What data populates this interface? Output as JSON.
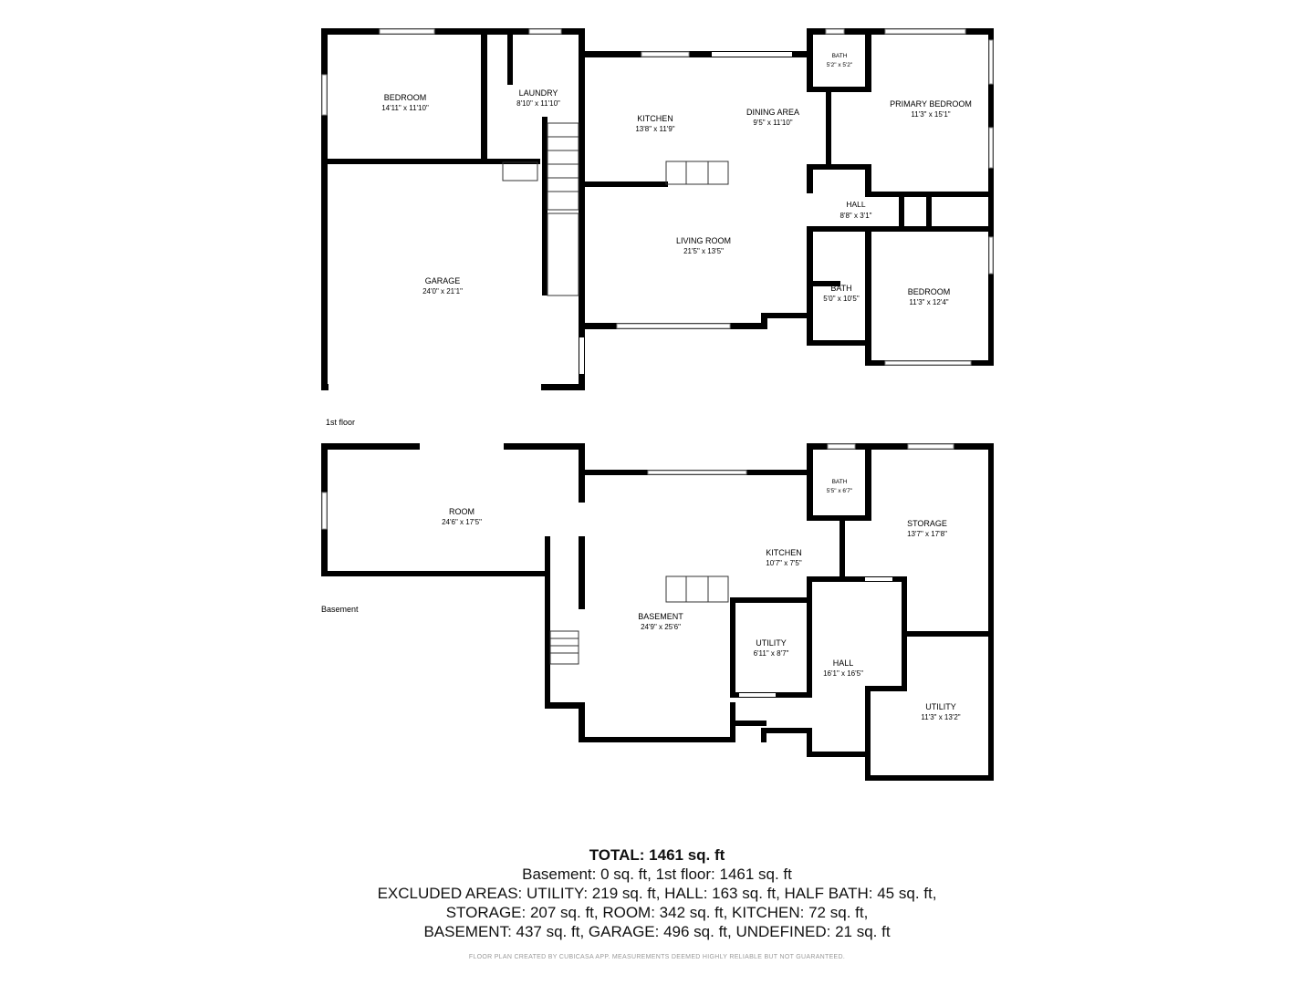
{
  "floors": [
    {
      "label": "1st floor",
      "rooms": [
        {
          "name": "BEDROOM",
          "dims": "14'11\" x 11'10\""
        },
        {
          "name": "LAUNDRY",
          "dims": "8'10\" x 11'10\""
        },
        {
          "name": "KITCHEN",
          "dims": "13'8\" x 11'9\""
        },
        {
          "name": "DINING AREA",
          "dims": "9'5\" x 11'10\""
        },
        {
          "name": "BATH",
          "dims": "5'2\" x 5'2\""
        },
        {
          "name": "PRIMARY BEDROOM",
          "dims": "11'3\" x 15'1\""
        },
        {
          "name": "HALL",
          "dims": "8'8\" x 3'1\""
        },
        {
          "name": "LIVING ROOM",
          "dims": "21'5\" x 13'5\""
        },
        {
          "name": "GARAGE",
          "dims": "24'0\" x 21'1\""
        },
        {
          "name": "BATH",
          "dims": "5'0\" x 10'5\""
        },
        {
          "name": "BEDROOM",
          "dims": "11'3\" x 12'4\""
        }
      ]
    },
    {
      "label": "Basement",
      "rooms": [
        {
          "name": "ROOM",
          "dims": "24'6\" x 17'5\""
        },
        {
          "name": "BATH",
          "dims": "5'5\" x 6'7\""
        },
        {
          "name": "STORAGE",
          "dims": "13'7\" x 17'8\""
        },
        {
          "name": "KITCHEN",
          "dims": "10'7\" x 7'5\""
        },
        {
          "name": "BASEMENT",
          "dims": "24'9\" x 25'6\""
        },
        {
          "name": "UTILITY",
          "dims": "6'11\" x 8'7\""
        },
        {
          "name": "HALL",
          "dims": "16'1\" x 16'5\""
        },
        {
          "name": "UTILITY",
          "dims": "11'3\" x 13'2\""
        }
      ]
    }
  ],
  "summary": {
    "total": "TOTAL: 1461 sq. ft",
    "line1": "Basement: 0 sq. ft, 1st floor: 1461 sq. ft",
    "line2": "EXCLUDED AREAS: UTILITY: 219 sq. ft, HALL: 163 sq. ft, HALF BATH: 45 sq. ft,",
    "line3": "STORAGE: 207 sq. ft, ROOM: 342 sq. ft, KITCHEN: 72 sq. ft,",
    "line4": "BASEMENT: 437 sq. ft, GARAGE: 496 sq. ft, UNDEFINED: 21 sq. ft"
  },
  "footer_note": "FLOOR PLAN CREATED BY CUBICASA APP. MEASUREMENTS DEEMED HIGHLY RELIABLE BUT NOT GUARANTEED."
}
